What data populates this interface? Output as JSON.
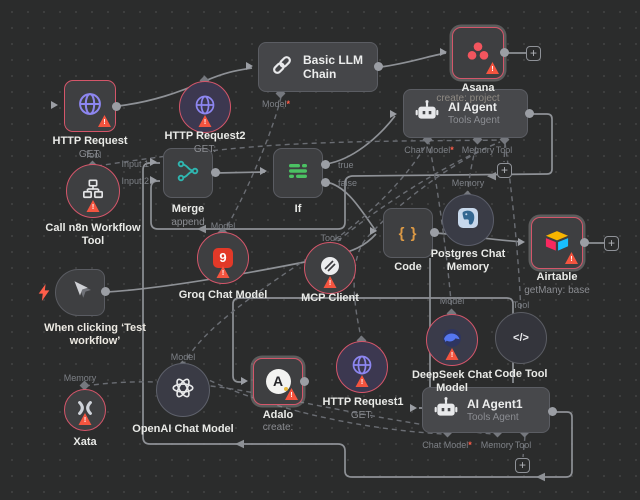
{
  "ui": {
    "plus": "+",
    "warning": "!",
    "asterisk": "*"
  },
  "icons": {
    "code_braces": "{ }",
    "code_tool_glyph": "</>",
    "groq_glyph": "9",
    "adalo_letter": "A"
  },
  "connectors": {
    "input1": "Input 1",
    "input2": "Input 2",
    "true_out": "true",
    "false_out": "false",
    "model": "Model",
    "memory": "Memory",
    "tool": "Tool",
    "tools": "Tools",
    "chat_model": "Chat Model"
  },
  "nodes": {
    "http_request": {
      "label": "HTTP Request",
      "sublabel": "GET:"
    },
    "http_request2": {
      "label": "HTTP Request2",
      "sublabel": "GET:"
    },
    "basic_llm_chain": {
      "label": "Basic LLM Chain"
    },
    "asana": {
      "label": "Asana",
      "sublabel": "create: project"
    },
    "ai_agent": {
      "label": "AI Agent",
      "sublabel": "Tools Agent"
    },
    "call_n8n_workflow_tool": {
      "label": "Call n8n Workflow Tool"
    },
    "merge": {
      "label": "Merge",
      "sublabel": "append"
    },
    "if_node": {
      "label": "If"
    },
    "groq_chat_model": {
      "label": "Groq Chat Model"
    },
    "mcp_client": {
      "label": "MCP Client"
    },
    "code": {
      "label": "Code"
    },
    "postgres_chat_memory": {
      "label": "Postgres Chat Memory"
    },
    "airtable": {
      "label": "Airtable",
      "sublabel": "getMany: base"
    },
    "code_tool": {
      "label": "Code Tool"
    },
    "deepseek_chat_model": {
      "label": "DeepSeek Chat Model"
    },
    "when_clicking": {
      "label": "When clicking ‘Test workflow’"
    },
    "xata": {
      "label": "Xata"
    },
    "openai_chat_model": {
      "label": "OpenAI Chat Model"
    },
    "adalo": {
      "label": "Adalo",
      "sublabel": "create:"
    },
    "http_request1": {
      "label": "HTTP Request1",
      "sublabel": "GET:"
    },
    "ai_agent1": {
      "label": "AI Agent1",
      "sublabel": "Tools Agent"
    }
  },
  "colors": {
    "node_error_border": "#d4566a",
    "warning": "#f4543f",
    "wire": "#8e9196",
    "canvas_bg": "#2b2c2c"
  }
}
